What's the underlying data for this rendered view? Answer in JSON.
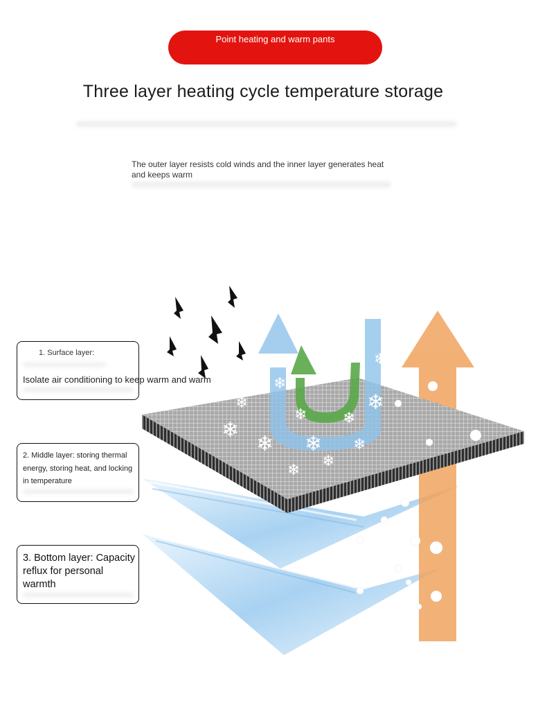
{
  "banner": {
    "label": "Point heating and warm pants"
  },
  "heading": {
    "title": "Three layer heating cycle temperature storage"
  },
  "intro": {
    "text": "The outer layer resists cold winds and the inner layer generates heat and keeps warm"
  },
  "layers": [
    {
      "heading": "1. Surface layer:",
      "body": "Isolate air conditioning to keep warm and warm"
    },
    {
      "body": "2. Middle layer: storing thermal energy, storing heat, and locking in temperature"
    },
    {
      "body": "3. Bottom layer: Capacity reflux for personal warmth"
    }
  ],
  "illustration": {
    "icons": [
      "wind-particle-icon",
      "snowflake-icon",
      "heat-bubble-icon",
      "arrow-icon"
    ],
    "colors": {
      "cold_arrow": "#8fc3ea",
      "recycle_arrow": "#5aa84a",
      "heat_arrow": "#f0a35e",
      "fabric_top": "#b5b5b5",
      "fabric_edge": "#3a3a3a",
      "layer_blue": "#c4e1f7",
      "banner_red": "#e3140f"
    }
  }
}
